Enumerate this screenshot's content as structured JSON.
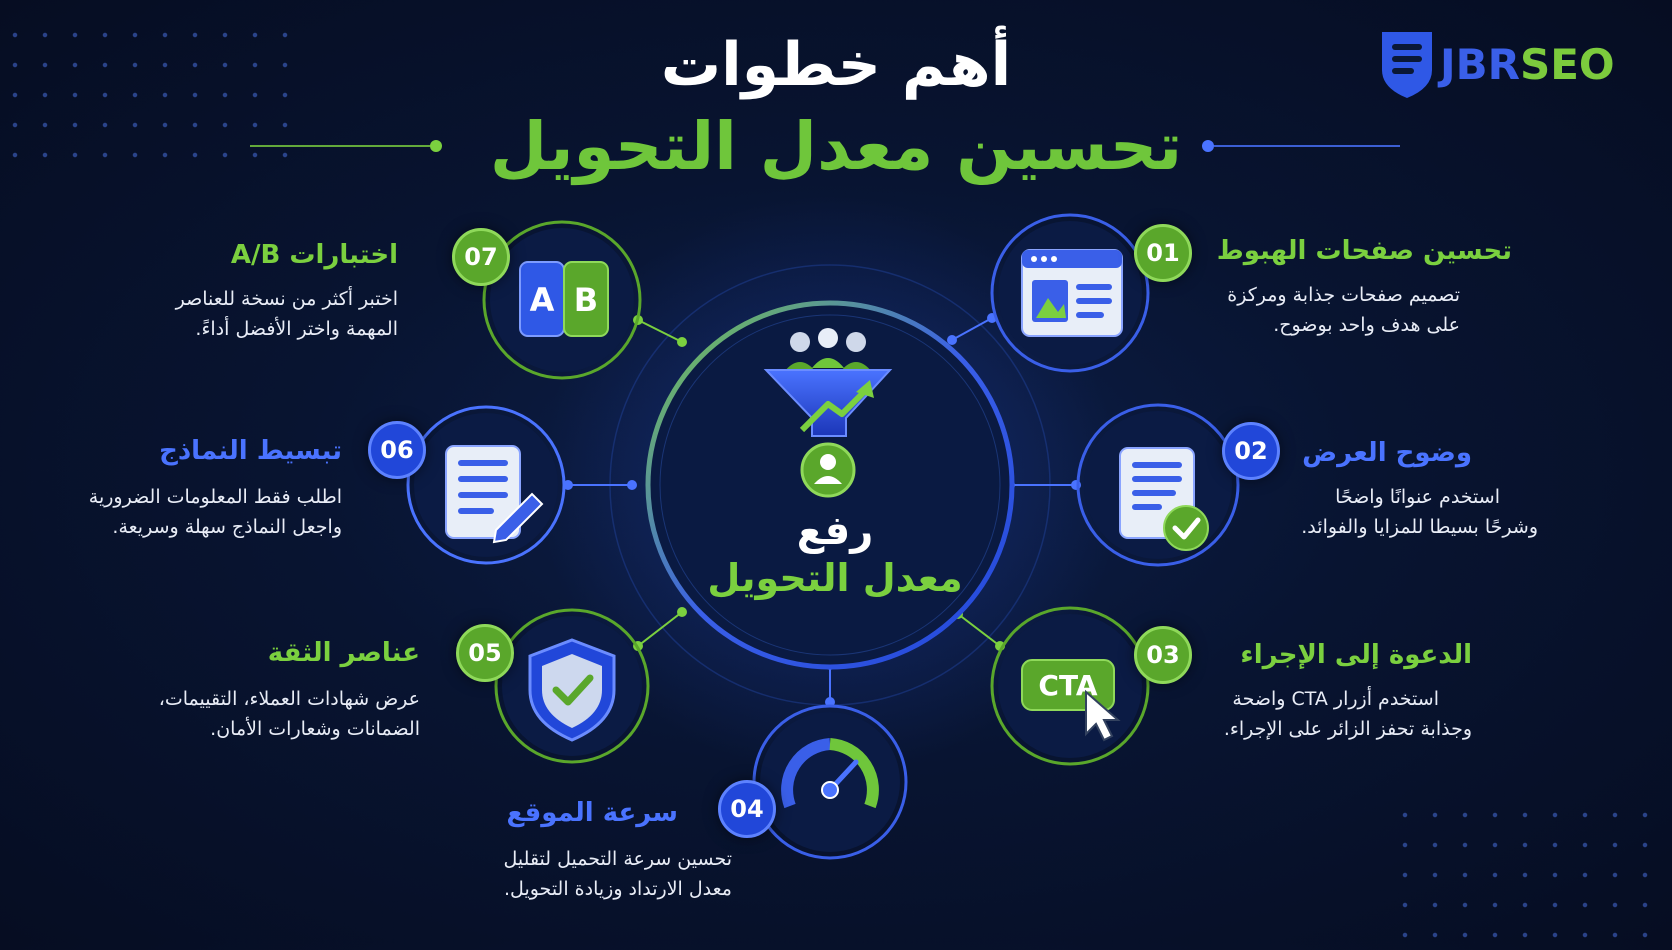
{
  "brand": {
    "logo_part1": "JBR",
    "logo_part2": "SEO"
  },
  "header": {
    "title_line1": "أهم خطوات",
    "title_line2": "تحسين معدل التحويل"
  },
  "center": {
    "line1": "رفع",
    "line2": "معدل التحويل"
  },
  "steps": [
    {
      "num": "01",
      "title": "تحسين صفحات الهبوط",
      "desc1": "تصميم صفحات جذابة ومركزة",
      "desc2": "على هدف واحد بوضوح."
    },
    {
      "num": "02",
      "title": "وضوح العرض",
      "desc1": "استخدم عنوانًا واضحًا",
      "desc2": "وشرحًا بسيطا للمزايا والفوائد."
    },
    {
      "num": "03",
      "title": "الدعوة إلى الإجراء",
      "desc1": "استخدم أزرار CTA واضحة",
      "desc2": "وجذابة تحفز الزائر على الإجراء.",
      "icon_text": "CTA"
    },
    {
      "num": "04",
      "title": "سرعة الموقع",
      "desc1": "تحسين سرعة التحميل لتقليل",
      "desc2": "معدل الارتداد وزيادة التحويل."
    },
    {
      "num": "05",
      "title": "عناصر الثقة",
      "desc1": "عرض شهادات العملاء، التقييمات،",
      "desc2": "الضمانات وشعارات الأمان."
    },
    {
      "num": "06",
      "title": "تبسيط النماذج",
      "desc1": "اطلب فقط المعلومات الضرورية",
      "desc2": "واجعل النماذج سهلة وسريعة."
    },
    {
      "num": "07",
      "title": "اختبارات A/B",
      "desc1": "اختبر أكثر من نسخة للعناصر",
      "desc2": "المهمة واختر الأفضل أداءً.",
      "icon_a": "A",
      "icon_b": "B"
    }
  ],
  "colors": {
    "green": "#6fc63b",
    "blue": "#3a5fe8",
    "background": "#081431"
  },
  "icons": [
    "landing-page-icon",
    "document-check-icon",
    "cta-cursor-icon",
    "speedometer-icon",
    "shield-check-icon",
    "form-pencil-icon",
    "ab-test-icon",
    "funnel-users-icon",
    "user-icon"
  ]
}
